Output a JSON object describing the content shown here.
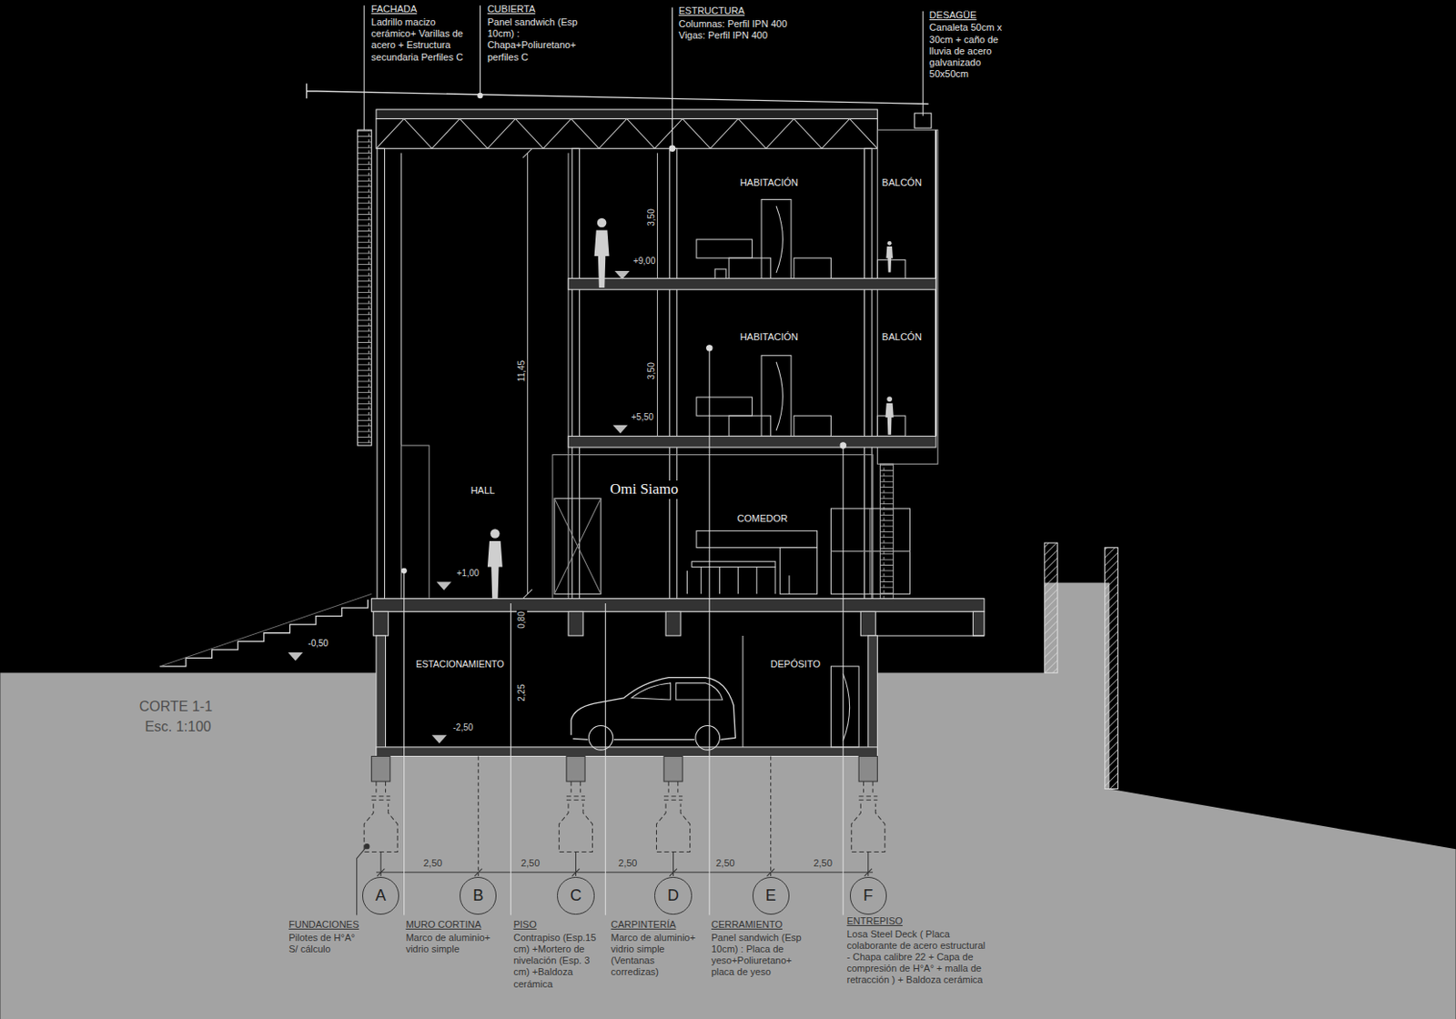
{
  "diagram": {
    "title": "CORTE 1-1",
    "nodes": [
      {
        "text": [
          "A"
        ]
      },
      {
        "text": [
          "B"
        ]
      },
      {
        "text": [
          "C"
        ]
      },
      {
        "text": [
          "D"
        ]
      },
      {
        "text": [
          "E"
        ]
      },
      {
        "text": [
          "F"
        ]
      }
    ],
    "labels": [
      "FACHADA",
      "Ladrillo macizo cerámico+ Varillas de acero + Estructura secundaria Perfiles C",
      "CUBIERTA",
      "Panel sandwich (Esp 10cm) : Chapa+Poliuretano+ perfiles C",
      "ESTRUCTURA",
      "Columnas: Perfil IPN 400 Vigas: Perfil IPN 400",
      "DESAGÜE",
      "Canaleta 50cm x 30cm + caño de lluvia de acero galvanizado 50x50cm",
      "HABITACIÓN",
      "BALCÓN",
      "3,50",
      "+9,00",
      "HABITACIÓN",
      "BALCÓN",
      "3,50",
      "+5,50",
      "11,45",
      "HALL",
      "Omi Siamo",
      "COMEDOR",
      "+1,00",
      "-0,50",
      "0,80",
      "ESTACIONAMIENTO",
      "DEPÓSITO",
      "2,25",
      "-2,50",
      "Esc. 1:100",
      "2,50",
      "2,50",
      "2,50",
      "2,50",
      "2,50",
      "FUNDACIONES",
      "Pilotes de H°A° S/ cálculo",
      "MURO CORTINA",
      "Marco de aluminio+ vidrio simple",
      "PISO",
      "Contrapiso (Esp.15 cm) +Mortero de nivelación (Esp. 3 cm) +Baldoza cerámica",
      "CARPINTERÍA",
      "Marco de aluminio+ vidrio simple (Ventanas corredizas)",
      "CERRAMIENTO",
      "Panel sandwich (Esp 10cm) : Placa de yeso+Poliuretano+ placa de yeso",
      "ENTREPISO",
      "Losa Steel Deck ( Placa colaborante de acero estructural - Chapa calibre 22 + Capa de compresión de H°A° + malla de retracción ) + Baldoza cerámica"
    ]
  }
}
